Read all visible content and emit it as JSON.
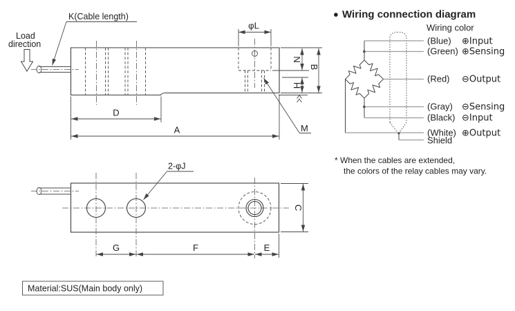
{
  "side_view": {
    "load_direction_line1": "Load",
    "load_direction_line2": "direction",
    "cable_length_label": "K(Cable length)",
    "dim_labels": {
      "phi_l": "φL",
      "n": "N",
      "b": "B",
      "h": "H",
      "m": "M",
      "d": "D",
      "a": "A"
    }
  },
  "top_view": {
    "holes_label": "2-φJ",
    "dim_labels": {
      "c": "C",
      "g": "G",
      "f": "F",
      "e": "E"
    }
  },
  "material_note": "Material:SUS(Main body only)",
  "wiring_diagram": {
    "bullet": "●",
    "title": "Wiring connection diagram",
    "subtitle": "Wiring color",
    "wires": [
      {
        "color": "(Blue)",
        "signal": "⊕Input"
      },
      {
        "color": "(Green)",
        "signal": "⊕Sensing"
      },
      {
        "color": "(Red)",
        "signal": "⊖Output"
      },
      {
        "color": "(Gray)",
        "signal": "⊖Sensing"
      },
      {
        "color": "(Black)",
        "signal": "⊖Input"
      },
      {
        "color": "(White)",
        "signal": "⊕Output"
      }
    ],
    "shield_label": "Shield",
    "footnote_line1": "* When the cables are extended,",
    "footnote_line2": "the colors of the relay cables may vary."
  },
  "colors": {
    "drawing_line": "#3c3c3c",
    "wire_line": "#9b9b9b",
    "text": "#222222",
    "background": "#ffffff"
  }
}
